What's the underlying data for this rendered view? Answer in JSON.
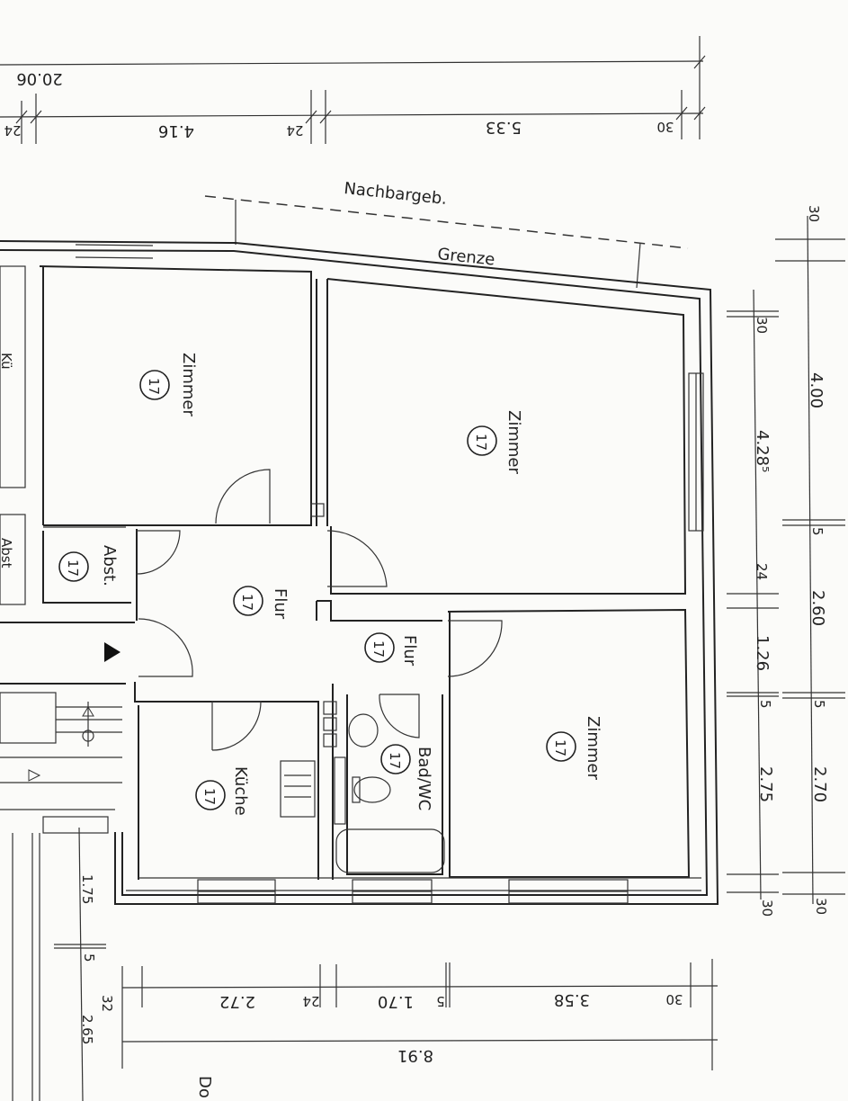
{
  "labels": {
    "neighbor": "Nachbargeb.",
    "boundary": "Grenze",
    "room_a": "Zimmer",
    "room_b": "Zimmer",
    "room_c": "Zimmer",
    "abst": "Abst.",
    "flur_1": "Flur",
    "flur_2": "Flur",
    "kueche": "Küche",
    "bad": "Bad/WC",
    "left_cut_1": "Kü",
    "left_cut_2": "Abst",
    "bottom_cut": "Do"
  },
  "room_number": "17",
  "dims_top": {
    "total": "20.06",
    "d1": "24",
    "d2": "4.16",
    "d3": "24",
    "d4": "5.33",
    "d5": "30"
  },
  "dims_right_inner": {
    "d1": "30",
    "d2": "4.28⁵",
    "d3": "24",
    "d4": "1.26",
    "d5": "5",
    "d6": "2.75",
    "d7": "30"
  },
  "dims_right_outer": {
    "d1": "30",
    "d2": "4.00",
    "d3": "5",
    "d4": "2.60",
    "d5": "5",
    "d6": "2.70",
    "d7": "30"
  },
  "dims_bottom": {
    "d1": "32",
    "d2": "2.72",
    "d3": "24",
    "d4": "1.70",
    "d5": "5",
    "d6": "3.58",
    "d7": "30",
    "total": "8.91"
  },
  "dims_left": {
    "d1": "1.75",
    "d2": "5",
    "d3": "2.65"
  }
}
